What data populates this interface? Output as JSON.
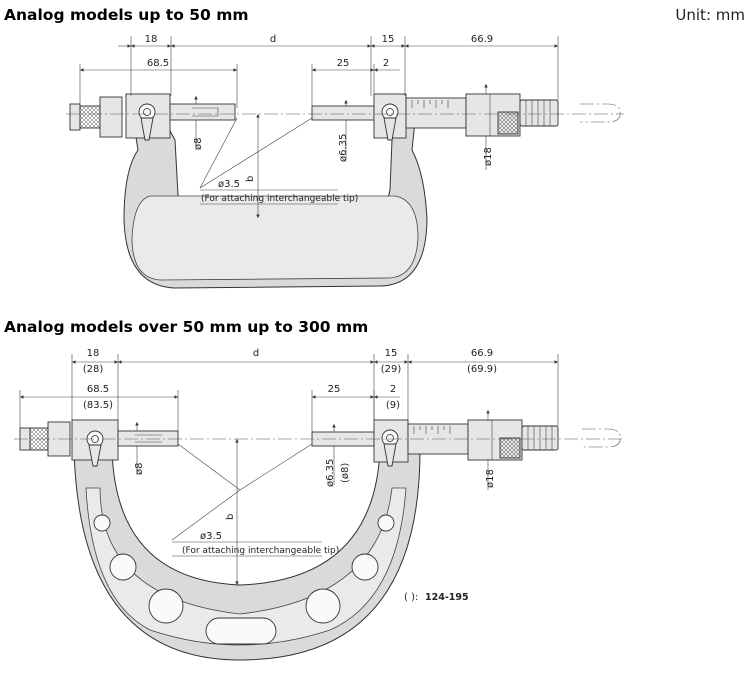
{
  "unit_label": "Unit: mm",
  "sections": [
    {
      "title": "Analog models up to 50 mm",
      "dims": {
        "d18": "18",
        "dd": "d",
        "d15": "15",
        "d669": "66.9",
        "d685": "68.5",
        "d25": "25",
        "d2": "2",
        "phi8": "ø8",
        "phi635": "ø6.35",
        "phi18": "ø18",
        "phi35": "ø3.5",
        "b": "b",
        "tip": "(For attaching interchangeable tip)"
      }
    },
    {
      "title": "Analog models over 50 mm up to 300 mm",
      "dims": {
        "d18": "18",
        "d18p": "(28)",
        "dd": "d",
        "d15": "15",
        "d15p": "(29)",
        "d669": "66.9",
        "d669p": "(69.9)",
        "d685": "68.5",
        "d685p": "(83.5)",
        "d25": "25",
        "d2": "2",
        "d2p": "(9)",
        "phi8": "ø8",
        "phi635": "ø6.35",
        "phi8p": "(ø8)",
        "phi18": "ø18",
        "phi35": "ø3.5",
        "b": "b",
        "tip": "(For attaching interchangeable tip)",
        "legend_paren": "( ):",
        "legend_model": "124-195"
      }
    }
  ]
}
